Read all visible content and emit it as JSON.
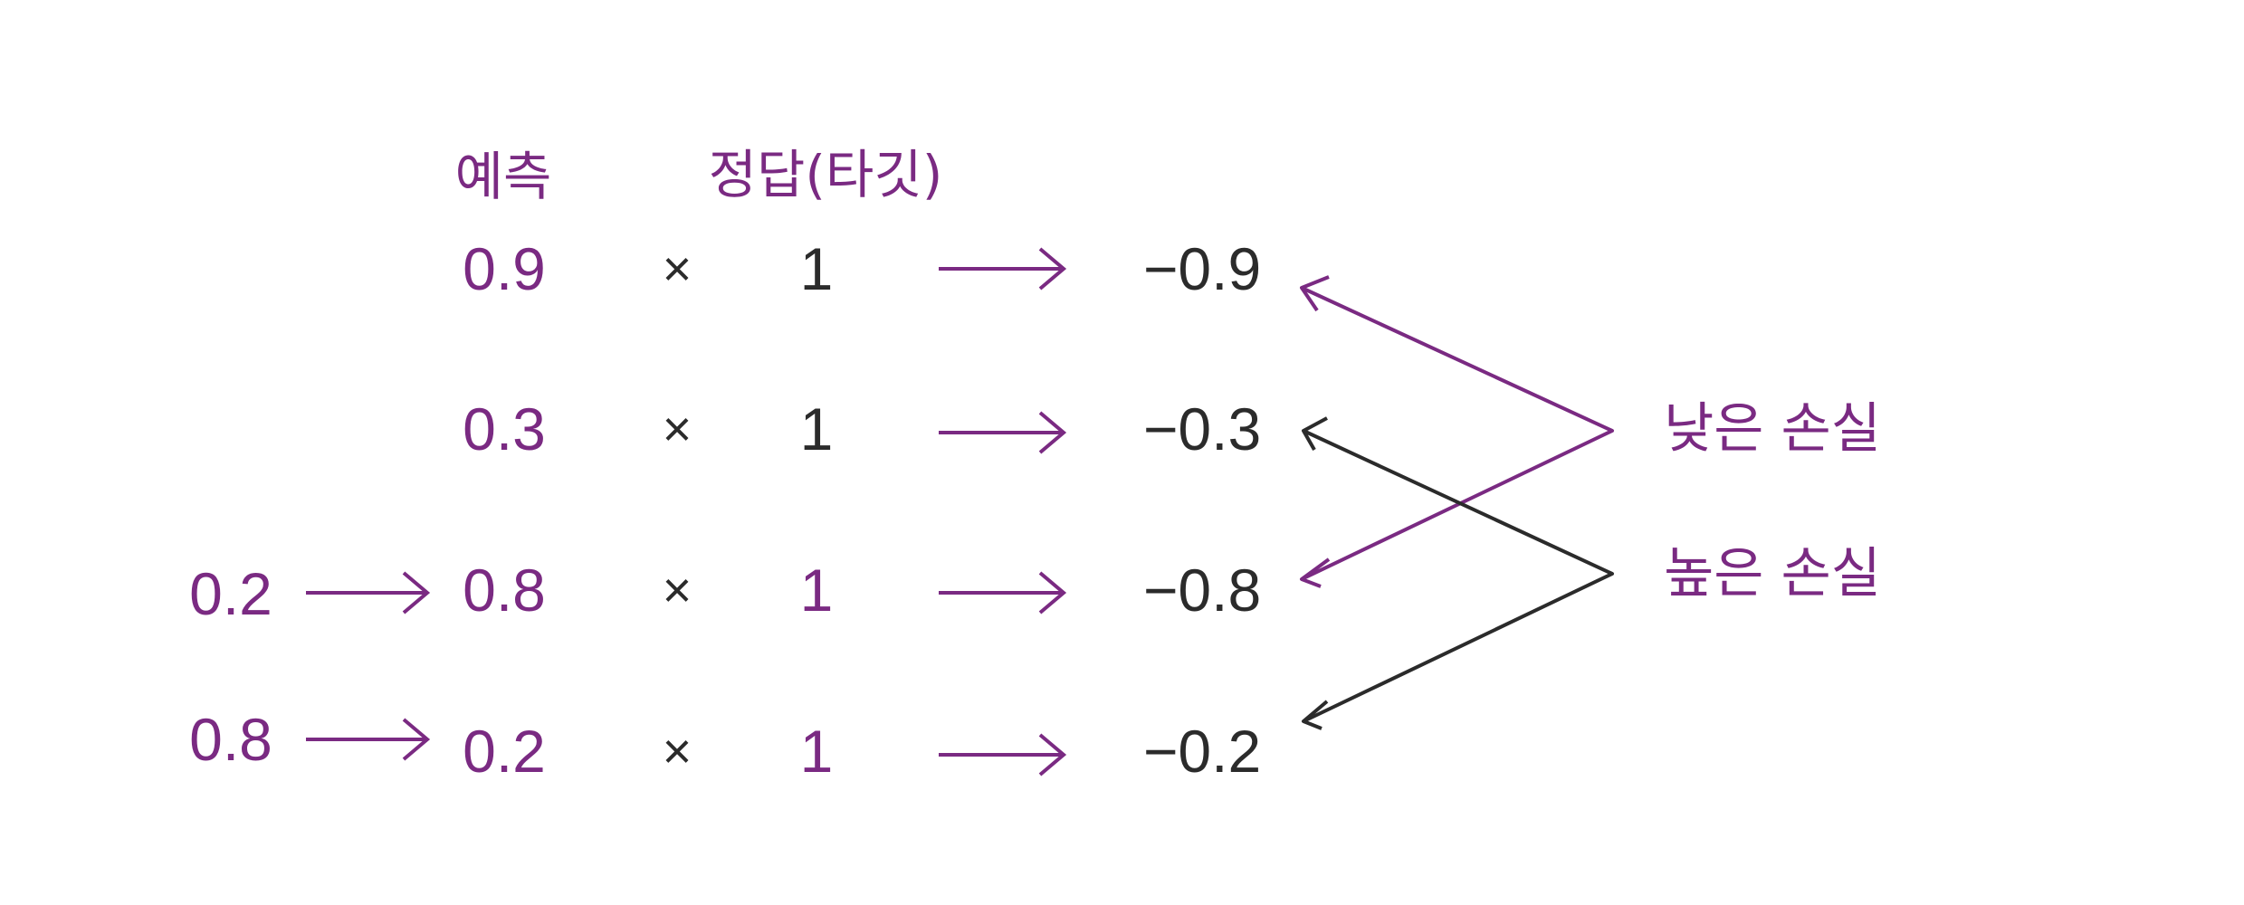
{
  "colors": {
    "accent": "#7a2a82",
    "ink": "#2b2b2b"
  },
  "headers": {
    "prediction": "예측",
    "target": "정답(타깃)"
  },
  "rows": [
    {
      "input": "",
      "prediction": "0.9",
      "operator": "×",
      "target": "1",
      "result": "−0.9"
    },
    {
      "input": "",
      "prediction": "0.3",
      "operator": "×",
      "target": "1",
      "result": "−0.3"
    },
    {
      "input": "0.2",
      "prediction": "0.8",
      "operator": "×",
      "target": "1",
      "result": "−0.8"
    },
    {
      "input": "0.8",
      "prediction": "0.2",
      "operator": "×",
      "target": "1",
      "result": "−0.2"
    }
  ],
  "labels": {
    "low_loss": "낮은 손실",
    "high_loss": "높은 손실"
  }
}
